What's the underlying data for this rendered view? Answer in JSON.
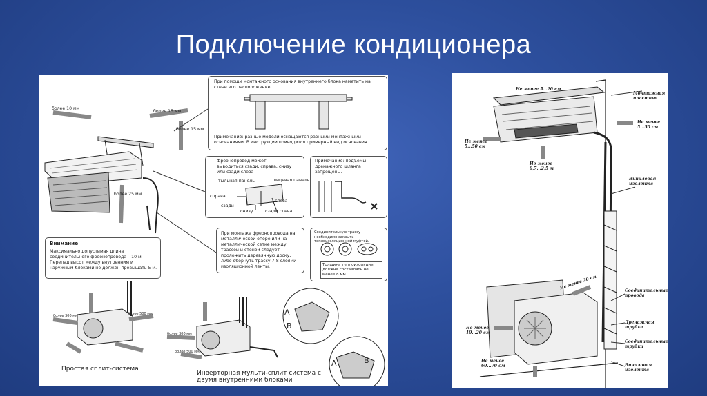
{
  "slide": {
    "title": "Подключение кондиционера",
    "colors": {
      "background": "#2d4f9d",
      "panel": "#ffffff",
      "line": "#222222"
    }
  },
  "left_panel": {
    "dims": {
      "top_left": "более 10 мм",
      "top_right": "более 15 мм",
      "right_vertical": "более 15 мм",
      "side_vertical": "более 25 мм"
    },
    "box_mounting": {
      "text": "При помощи монтажного основания внутреннего блока наметить на стене его расположение.",
      "note": "Примечание: разные модели оснащаются разными монтажными основаниями. В инструкции приводится примерный вид основания."
    },
    "box_freon": {
      "text": "Фреонопровод может выводиться сзади, справа, снизу или сзади слева",
      "labels": {
        "back_panel": "тыльная панель",
        "front_panel": "лицевая панель",
        "right": "справа",
        "back": "сзади",
        "bottom": "снизу",
        "left": "слева",
        "back_left": "сзади слева"
      }
    },
    "box_drain": {
      "text": "Примечание: подъемы дренажного шланга запрещены."
    },
    "box_attention": {
      "heading": "Внимание",
      "text": "Максимально допустимая длина соединительного фреонопровода – 10 м. Перепад высот между внутренним и наружным блоками не должен превышать 5 м."
    },
    "box_mounting_pipe": {
      "text": "При монтаже фреонопровода на металлической опоре или на металлической сетке между трассой и стеной следует проложить деревянную доску, либо обернуть трассу 7-8 слоями изоляционной ленты."
    },
    "box_insulation": {
      "text": "Соединительную трассу необходимо закрыть теплоизоляционной муфтой.",
      "note": "Толщина теплоизоляции должна составлять не менее 8 мм."
    },
    "outdoor_dims": [
      "более 300 мм",
      "более 500 мм",
      "более 300 мм",
      "более 500 мм"
    ],
    "callouts": [
      "A",
      "B",
      "A",
      "B"
    ],
    "caption_simple": "Простая сплит-система",
    "caption_multi": "Инверторная мульти-сплит система с двумя внутренними блоками"
  },
  "right_panel": {
    "labels": {
      "top_clearance": "Не менее 5...20 см",
      "mount_plate": "Монтажная пластина",
      "right_clearance": "Не менее 5...50 см",
      "left_clearance": "Не менее 5...50 см",
      "below_clearance": "Не менее 0,7...2,5 м",
      "vinyl_tape_top": "Виниловая изолента",
      "outdoor_top": "Не менее 20 см",
      "outdoor_side": "Не менее 10...20 см",
      "wires": "Соединительные провода",
      "drain": "Дренажная трубка",
      "pipes": "Соединительные трубки",
      "outdoor_front": "Не менее 60...70 см",
      "vinyl_tape_bottom": "Виниловая изолента"
    }
  }
}
